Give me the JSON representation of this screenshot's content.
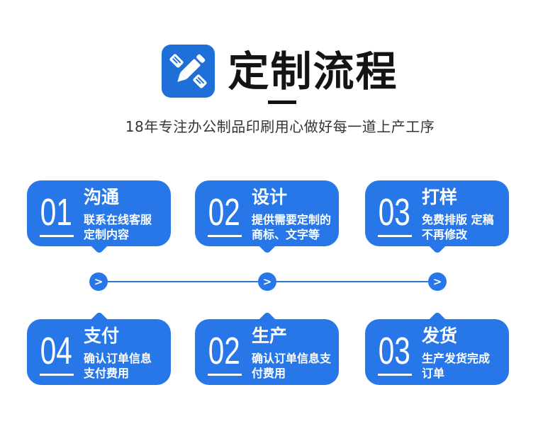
{
  "colors": {
    "accent_blue": "#2777e9",
    "icon_blue": "#1f6fd9",
    "title_black": "#141414",
    "subtitle_gray": "#333333",
    "card_text": "#ffffff",
    "background": "#ffffff"
  },
  "header": {
    "icon": "pencil-and-notes",
    "title": "定制流程",
    "subtitle": "18年专注办公制品印刷用心做好每一道上产工序"
  },
  "steps": [
    {
      "number": "01",
      "title": "沟通",
      "description": "联系在线客服\n定制内容"
    },
    {
      "number": "02",
      "title": "设计",
      "description": "提供需要定制的\n商标、文字等"
    },
    {
      "number": "03",
      "title": "打样",
      "description": "免费排版 定稿\n不再修改"
    },
    {
      "number": "04",
      "title": "支付",
      "description": "确认订单信息\n支付费用"
    },
    {
      "number": "02",
      "title": "生产",
      "description": "确认订单信息支\n付费用"
    },
    {
      "number": "03",
      "title": "发货",
      "description": "生产发货完成\n订单"
    }
  ],
  "connector": {
    "chevron": ">"
  }
}
